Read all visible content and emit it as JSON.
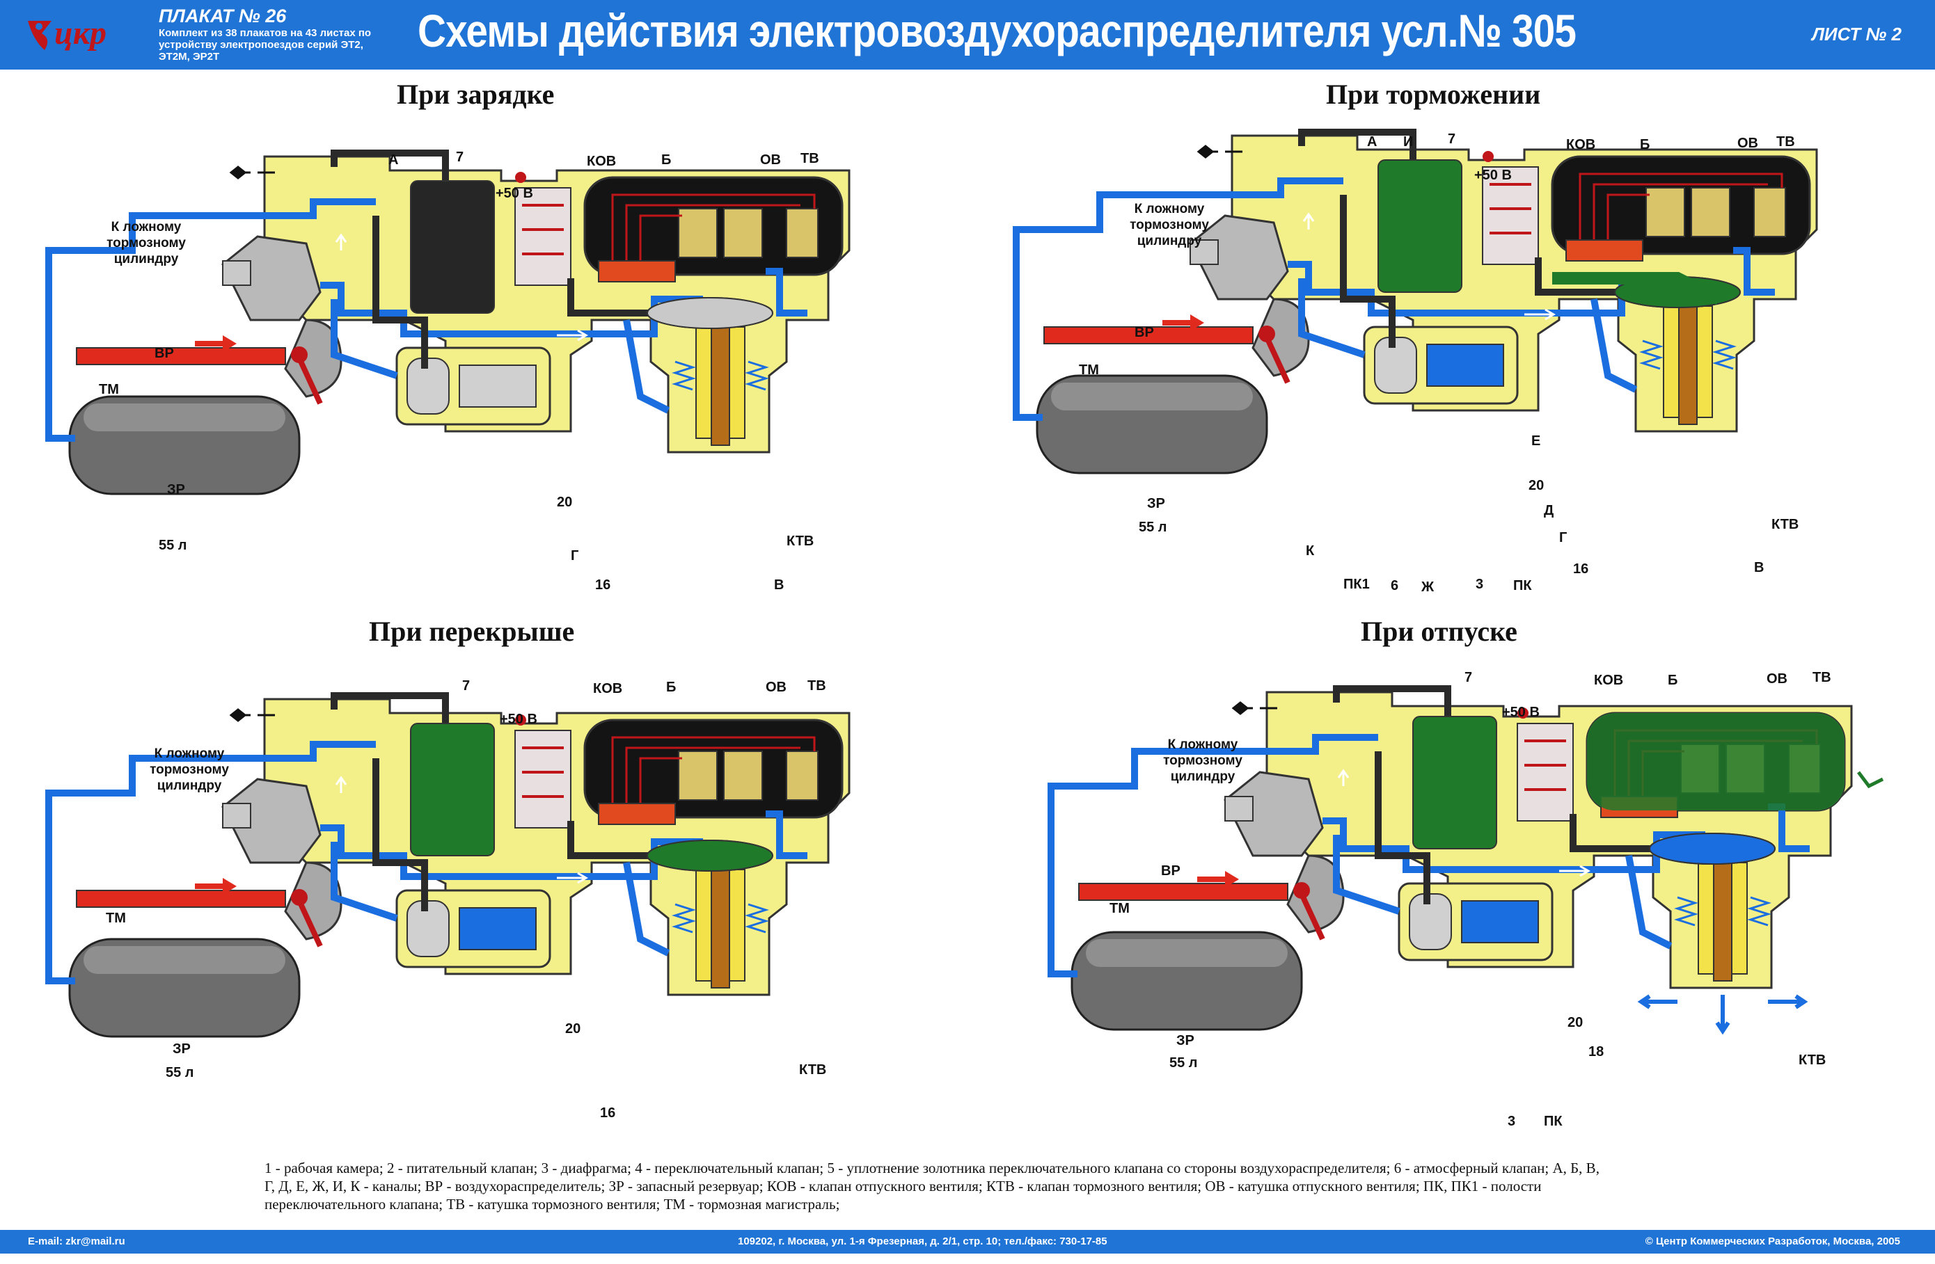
{
  "header": {
    "logo_text": "цкр",
    "plakat_no": "ПЛАКАТ № 26",
    "plakat_sub": "Комплект из 38 плакатов на 43 листах по устройству электропоездов серий ЭТ2, ЭТ2М, ЭР2Т",
    "title": "Схемы действия электровоздухораспределителя усл.№ 305",
    "sheet": "ЛИСТ № 2"
  },
  "panels": [
    {
      "title": "При зарядке",
      "labels": [
        "А",
        "7",
        "+50 В",
        "КОВ",
        "Б",
        "ОВ",
        "ТВ",
        "ВР",
        "ТМ",
        "ЗР",
        "55 л",
        "20",
        "Г",
        "16",
        "КТВ",
        "В"
      ],
      "dest": [
        "К ложному",
        "тормозному",
        "цилиндру"
      ],
      "state": "charge"
    },
    {
      "title": "При торможении",
      "labels": [
        "А",
        "И",
        "7",
        "+50 В",
        "КОВ",
        "Б",
        "ОВ",
        "ТВ",
        "ВР",
        "ТМ",
        "ЗР",
        "55 л",
        "Е",
        "20",
        "Д",
        "Г",
        "16",
        "КТВ",
        "В",
        "К",
        "ПК1",
        "6",
        "Ж",
        "3",
        "ПК"
      ],
      "dest": [
        "К ложному",
        "тормозному",
        "цилиндру"
      ],
      "state": "brake"
    },
    {
      "title": "При перекрыше",
      "labels": [
        "7",
        "+50 В",
        "КОВ",
        "Б",
        "ОВ",
        "ТВ",
        "ТМ",
        "ЗР",
        "55 л",
        "20",
        "16",
        "КТВ"
      ],
      "dest": [
        "К ложному",
        "тормозному",
        "цилиндру"
      ],
      "state": "lap"
    },
    {
      "title": "При отпуске",
      "labels": [
        "7",
        "+50 В",
        "КОВ",
        "Б",
        "ОВ",
        "ТВ",
        "ВР",
        "ТМ",
        "ЗР",
        "55 л",
        "20",
        "18",
        "КТВ",
        "3",
        "ПК"
      ],
      "dest": [
        "К ложному",
        "тормозному",
        "цилиндру"
      ],
      "state": "release"
    }
  ],
  "legend": "1 - рабочая камера; 2 - питательный клапан; 3 - диафрагма; 4 - переключательный клапан; 5 - уплотнение золотника переключательного клапана со стороны воздухораспределителя; 6 - атмосферный клапан; А, Б, В, Г, Д, Е, Ж, И,  К - каналы; ВР - воздухораспределитель; ЗР - запасный резервуар; КОВ - клапан отпускного вентиля; КТВ - клапан тормозного вентиля; ОВ - катушка отпускного вентиля; ПК, ПК1 - полости переключательного клапана; ТВ - катушка тормозного вентиля; ТМ - тормозная магистраль;",
  "footer": {
    "email": "E-mail: zkr@mail.ru",
    "address": "109202, г. Москва, ул. 1-я Фрезерная, д. 2/1, стр. 10; тел./факс: 730-17-85",
    "copyright": "© Центр Коммерческих Разработок, Москва, 2005"
  },
  "colors": {
    "header_blue": "#1f74d6",
    "body_yellow": "#f3f08a",
    "channel_blue": "#1b6ee0",
    "tm_red": "#e12a1e",
    "chamber_green": "#1f7a2a",
    "chamber_black": "#141414",
    "channel_black": "#2a2a2a"
  }
}
